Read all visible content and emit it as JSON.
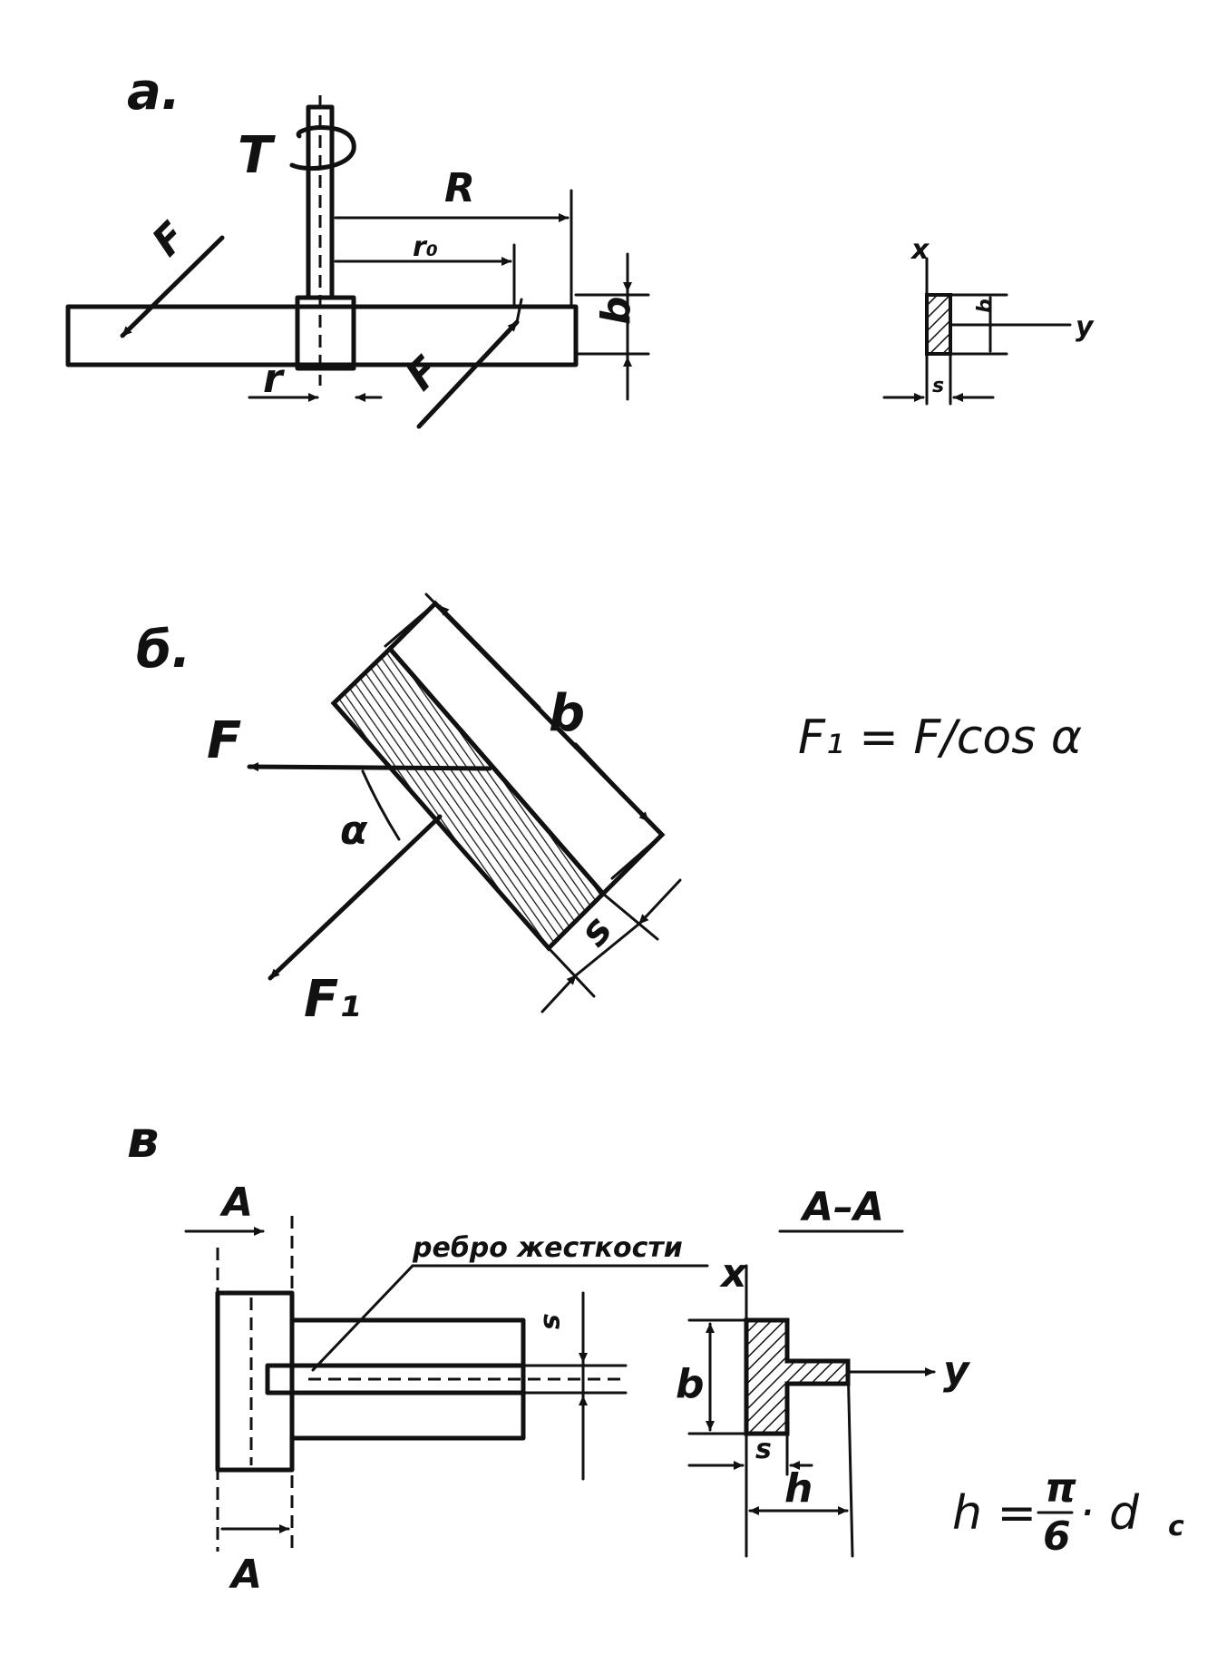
{
  "panels": {
    "a": {
      "panel_label": "a.",
      "torque": "T",
      "force": "F",
      "radius_big": "R",
      "radius_small": "r₀",
      "radius_shaft": "r",
      "dim_b": "b",
      "dim_s": "s",
      "axis_x": "x",
      "axis_y": "y"
    },
    "b": {
      "panel_label": "б.",
      "force": "F",
      "force_resultant": "F₁",
      "angle": "α",
      "dim_b": "b",
      "dim_s": "s",
      "formula": "F₁ = F/cos α"
    },
    "c": {
      "panel_label": "в",
      "section_mark_top": "A",
      "section_mark_bottom": "A",
      "rib_label": "ребро жесткости",
      "dim_s": "s",
      "section_title": "A–A",
      "axis_x": "x",
      "axis_y": "y",
      "dim_b": "b",
      "dim_s_section": "s",
      "dim_h": "h",
      "formula_lhs": "h =",
      "formula_num": "π",
      "formula_den": "6",
      "formula_rhs": "· d",
      "formula_sub": "c"
    }
  }
}
